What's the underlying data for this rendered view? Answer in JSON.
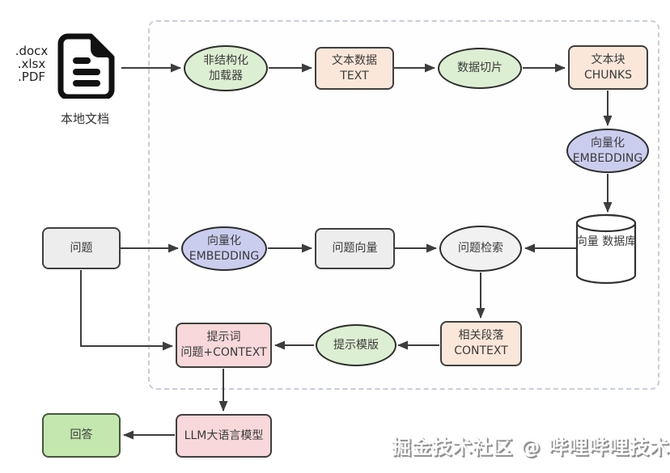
{
  "source": {
    "formats": [
      ".docx",
      ".xlsx",
      ".PDF"
    ],
    "label": "本地文档"
  },
  "nodes": {
    "loader": {
      "line1": "非结构化",
      "line2": "加载器"
    },
    "text_data": {
      "line1": "文本数据",
      "line2": "TEXT"
    },
    "slicer": {
      "line1": "数据切片"
    },
    "chunks": {
      "line1": "文本块",
      "line2": "CHUNKS"
    },
    "embedding_doc": {
      "line1": "向量化",
      "line2": "EMBEDDING"
    },
    "vector_db": {
      "line1": "向量",
      "line2": "数据库"
    },
    "question": {
      "line1": "问题"
    },
    "embedding_q": {
      "line1": "向量化",
      "line2": "EMBEDDING"
    },
    "question_vector": {
      "line1": "问题向量"
    },
    "question_search": {
      "line1": "问题检索"
    },
    "prompt": {
      "line1": "提示词",
      "line2": "问题+CONTEXT"
    },
    "prompt_template": {
      "line1": "提示模版"
    },
    "related_context": {
      "line1": "相关段落",
      "line2": "CONTEXT"
    },
    "llm": {
      "line1": "LLM大语言模型"
    },
    "answer": {
      "line1": "回答"
    }
  },
  "watermark": "掘金技术社区 @ 哔哩哔哩技术",
  "colors": {
    "green": "#ddefd2",
    "peach": "#fbe7d9",
    "purple": "#cbcdef",
    "gray": "#ededed",
    "light_gray": "#f1f1f1",
    "pink": "#f8d8da",
    "answer_green": "#c3e7ae",
    "arrow": "#3d3d3d",
    "dashed_border": "#c9cdd9"
  }
}
